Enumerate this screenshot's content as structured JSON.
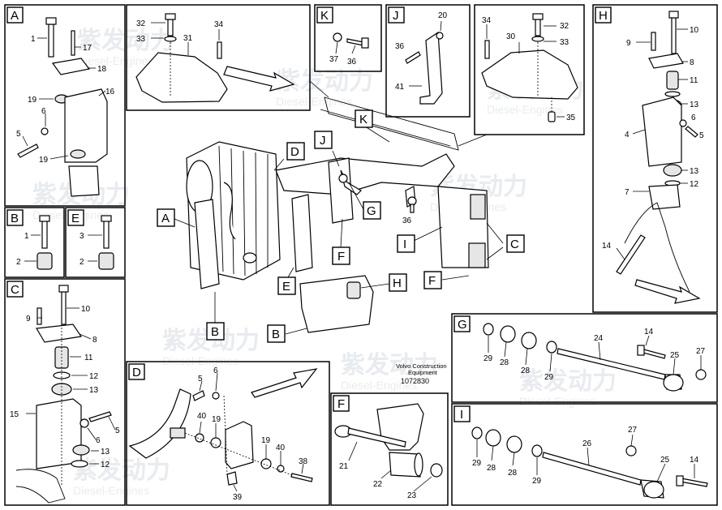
{
  "panels": {
    "A": {
      "letter": "A",
      "labels": [
        "1",
        "17",
        "18",
        "16",
        "19",
        "6",
        "5",
        "19"
      ]
    },
    "B": {
      "letter": "B",
      "labels": [
        "1",
        "2"
      ]
    },
    "E": {
      "letter": "E",
      "labels": [
        "3",
        "2"
      ]
    },
    "C": {
      "letter": "C",
      "labels": [
        "9",
        "10",
        "8",
        "11",
        "12",
        "13",
        "15",
        "5",
        "6",
        "13",
        "12"
      ]
    },
    "top_center": {
      "labels": [
        "32",
        "33",
        "31",
        "34"
      ]
    },
    "K": {
      "letter": "K",
      "labels": [
        "37",
        "36"
      ]
    },
    "J": {
      "letter": "J",
      "labels": [
        "20",
        "36",
        "41"
      ]
    },
    "top_right": {
      "labels": [
        "34",
        "30",
        "32",
        "33",
        "35"
      ]
    },
    "H": {
      "letter": "H",
      "labels": [
        "9",
        "10",
        "8",
        "11",
        "13",
        "6",
        "5",
        "4",
        "13",
        "12",
        "7",
        "14"
      ]
    },
    "D": {
      "letter": "D",
      "labels": [
        "5",
        "6",
        "40",
        "19",
        "19",
        "40",
        "38",
        "39"
      ]
    },
    "F": {
      "letter": "F",
      "labels": [
        "21",
        "22",
        "23"
      ]
    },
    "G": {
      "letter": "G",
      "labels": [
        "29",
        "28",
        "28",
        "29",
        "24",
        "14",
        "25",
        "27"
      ]
    },
    "I": {
      "letter": "I",
      "labels": [
        "27",
        "29",
        "28",
        "28",
        "29",
        "26",
        "25",
        "14"
      ]
    }
  },
  "callouts": [
    "A",
    "B",
    "D",
    "J",
    "K",
    "G",
    "F",
    "E",
    "H",
    "B",
    "I",
    "C",
    "F"
  ],
  "center_labels": [
    "36"
  ],
  "caption": {
    "line1": "Volvo Construction",
    "line2": "Equipment",
    "number": "1072830"
  },
  "watermark": {
    "cn": "紫发动力",
    "en": "Diesel-Engines"
  }
}
